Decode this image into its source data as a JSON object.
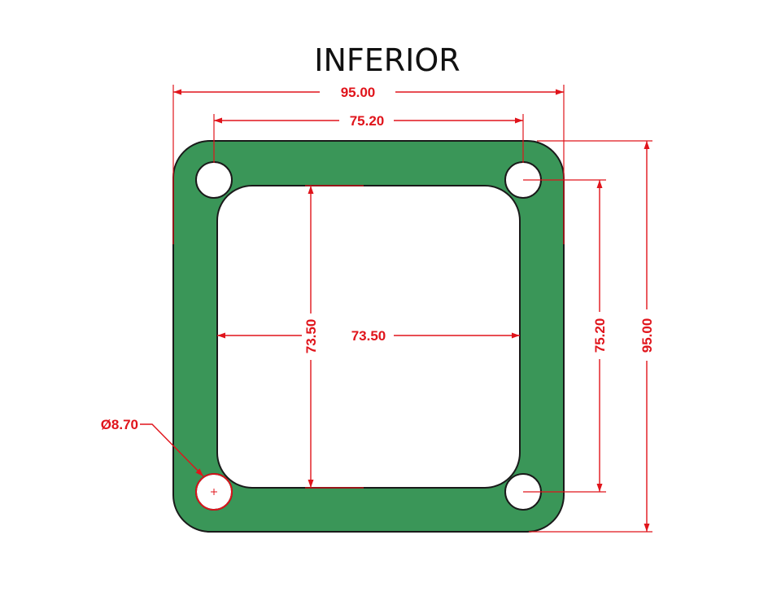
{
  "title": "INFERIOR",
  "colors": {
    "gasket_fill": "#3a9658",
    "outline": "#1a1a1a",
    "dimension": "#e0141b",
    "background": "#ffffff"
  },
  "dimensions": {
    "outer_width": "95.00",
    "bolt_spacing_x": "75.20",
    "inner_height": "73.50",
    "inner_width": "73.50",
    "bolt_spacing_y": "75.20",
    "outer_height": "95.00",
    "hole_diameter": "Ø8.70"
  }
}
